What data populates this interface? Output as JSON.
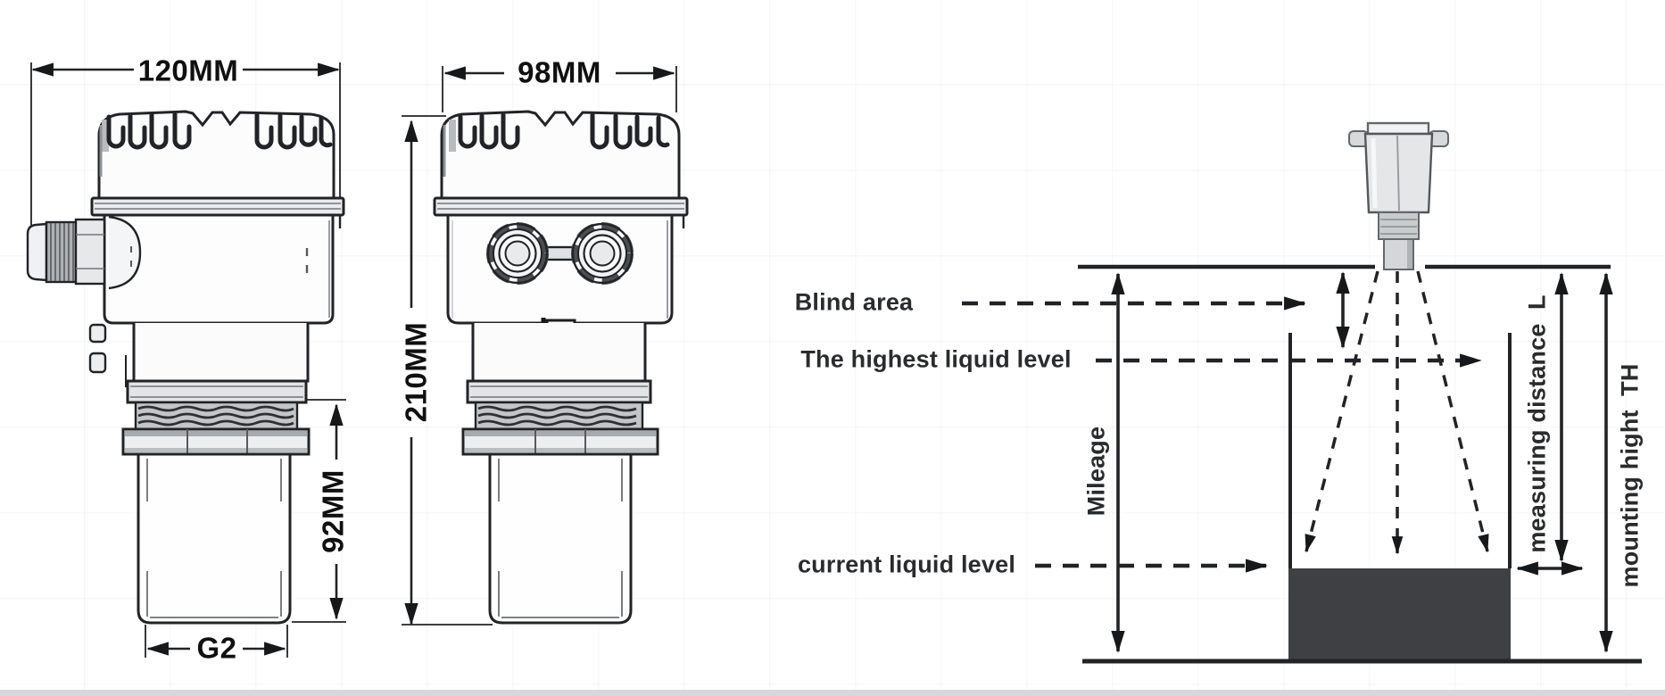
{
  "title": "ultrasonic level sensor dimension and installation diagram",
  "views": {
    "side": {
      "dim_width": "120MM",
      "dim_height": "92MM",
      "dim_thread": "G2"
    },
    "front": {
      "dim_width": "98MM",
      "dim_height": "210MM"
    },
    "install": {
      "blind_area": "Blind area",
      "highest_level": "The highest liquid level",
      "current_level": "current liquid level",
      "mileage": "Mileage",
      "measuring_distance": "measuring distance  L",
      "mounting_height": "mounting hight  TH"
    }
  },
  "colors": {
    "line": "#222326",
    "dim": "#101010",
    "label": "#2a2b2d",
    "liquid": "#3e4043",
    "metal_light": "#e9ebec",
    "metal_mid": "#c3c6c8",
    "band_bottom": "#d6d9dc"
  }
}
